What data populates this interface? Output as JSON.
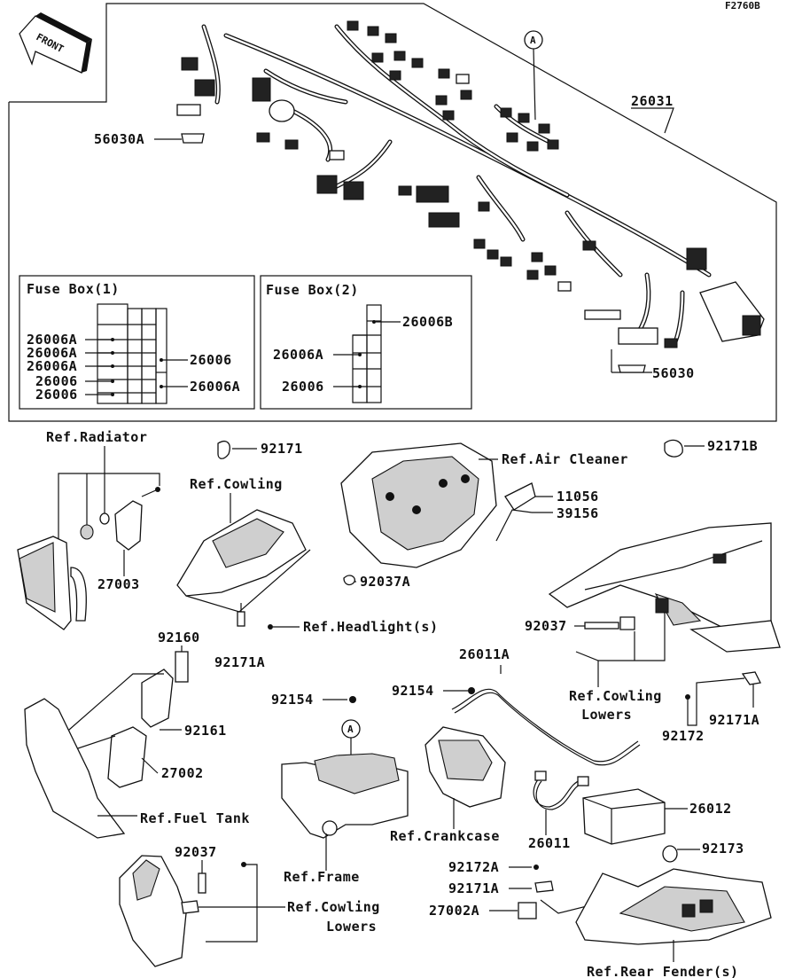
{
  "figure_code": "F2760B",
  "front_label": "FRONT",
  "callout_a": "A",
  "labels": {
    "harness": "26031",
    "tape_main": "56030A",
    "tape": "56030",
    "fuse_box_1": "Fuse Box(1)",
    "fuse_box_2": "Fuse Box(2)",
    "fb1_l1": "26006A",
    "fb1_l2": "26006A",
    "fb1_l3": "26006A",
    "fb1_l4": "26006",
    "fb1_l5": "26006",
    "fb1_r1": "26006",
    "fb1_r2": "26006A",
    "fb2_top": "26006B",
    "fb2_l1": "26006A",
    "fb2_l2": "26006",
    "ref_radiator": "Ref.Radiator",
    "p92171_top": "92171",
    "ref_cowling": "Ref.Cowling",
    "ref_air_cleaner": "Ref.Air Cleaner",
    "p92171b": "92171B",
    "p11056": "11056",
    "p39156": "39156",
    "p27003": "27003",
    "p92037a": "92037A",
    "ref_headlight": "Ref.Headlight(s)",
    "p92171a_1": "92171A",
    "p92037_r": "92037",
    "p92160": "92160",
    "p26011a": "26011A",
    "p92154_a": "92154",
    "p92154_b": "92154",
    "ref_cowling_lowers_r1": "Ref.Cowling",
    "ref_cowling_lowers_r2": "Lowers",
    "p92171a_2": "92171A",
    "p92161": "92161",
    "p92172": "92172",
    "p27002": "27002",
    "p26012": "26012",
    "ref_fuel_tank": "Ref.Fuel Tank",
    "ref_crankcase": "Ref.Crankcase",
    "p26011": "26011",
    "p92037_b": "92037",
    "p92173": "92173",
    "ref_frame": "Ref.Frame",
    "p92172a": "92172A",
    "p92171a_3": "92171A",
    "ref_cowling_lowers_b1": "Ref.Cowling",
    "ref_cowling_lowers_b2": "Lowers",
    "p27002a": "27002A",
    "ref_rear_fender": "Ref.Rear Fender(s)"
  }
}
